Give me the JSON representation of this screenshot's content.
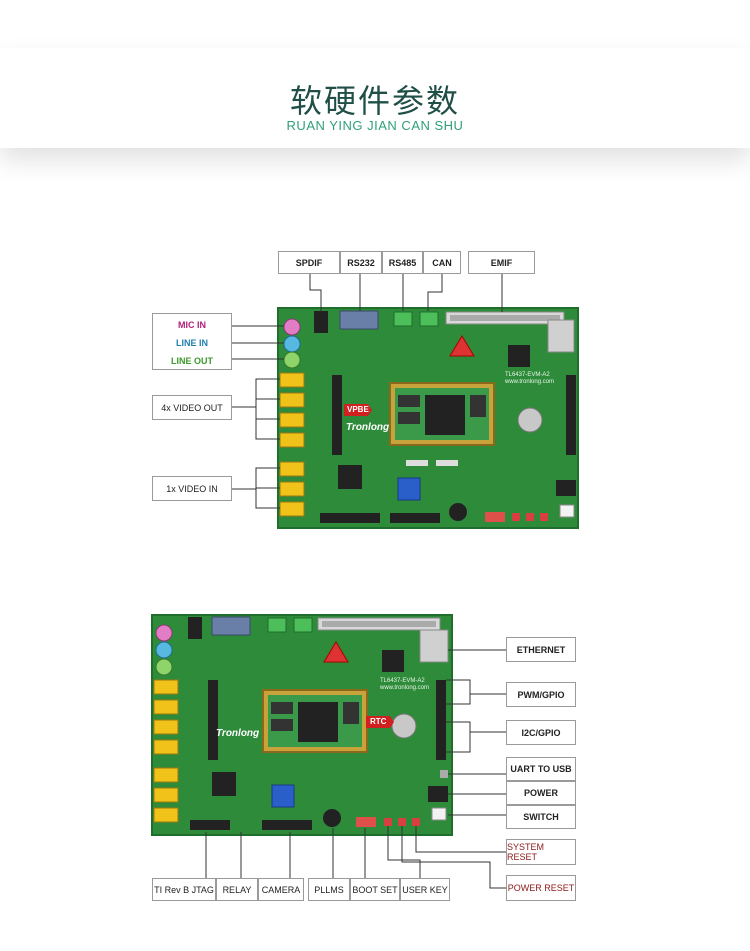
{
  "header": {
    "title_cn": "软硬件参数",
    "title_pinyin": "RUAN YING JIAN CAN SHU"
  },
  "board1": {
    "top_labels": [
      "SPDIF",
      "RS232",
      "RS485",
      "CAN",
      "EMIF"
    ],
    "audio_labels": [
      {
        "text": "MIC IN",
        "color": "#b0207a"
      },
      {
        "text": "LINE IN",
        "color": "#1e7fae"
      },
      {
        "text": "LINE OUT",
        "color": "#3a9a2a"
      }
    ],
    "video_out": "4x VIDEO OUT",
    "video_in": "1x VIDEO IN",
    "chip_tag": "VPBE",
    "brand": "Tronlong",
    "model": "TL6437-EVM-A2",
    "site": "www.tronlong.com"
  },
  "board2": {
    "right_labels": [
      "ETHERNET",
      "PWM/GPIO",
      "I2C/GPIO",
      "UART TO USB",
      "POWER",
      "SWITCH"
    ],
    "reset_labels": [
      "SYSTEM RESET",
      "POWER RESET"
    ],
    "bottom_labels": [
      "TI Rev B JTAG",
      "RELAY",
      "CAMERA",
      "PLLMS",
      "BOOT SET",
      "USER KEY"
    ],
    "chip_tag": "RTC",
    "brand": "Tronlong",
    "model": "TL6437-EVM-A2",
    "site": "www.tronlong.com"
  },
  "colors": {
    "board_green": "#2e8b3a",
    "board_dark": "#1f6e2c",
    "pcb_gold": "#c8a23a",
    "reset_red": "#8b1a1a"
  }
}
